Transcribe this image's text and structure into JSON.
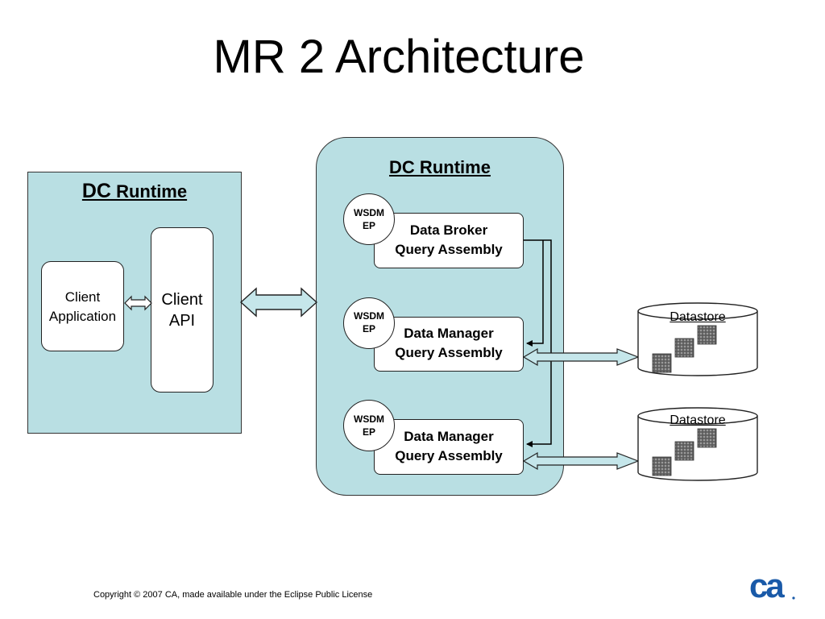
{
  "title": "MR 2 Architecture",
  "left_runtime": {
    "title_prefix": "DC",
    "title_suffix": " Runtime",
    "client_application": [
      "Client",
      "Application"
    ],
    "client_api": [
      "Client",
      "API"
    ]
  },
  "right_runtime": {
    "title": "DC Runtime",
    "components": [
      {
        "wsdm": [
          "WSDM",
          "EP"
        ],
        "label": [
          "Data Broker",
          "Query Assembly"
        ]
      },
      {
        "wsdm": [
          "WSDM",
          "EP"
        ],
        "label": [
          "Data Manager",
          "Query Assembly"
        ]
      },
      {
        "wsdm": [
          "WSDM",
          "EP"
        ],
        "label": [
          "Data Manager",
          "Query Assembly"
        ]
      }
    ]
  },
  "datastores": [
    {
      "label": "Datastore"
    },
    {
      "label": "Datastore"
    }
  ],
  "footer": {
    "copyright": "Copyright © 2007 CA, made available under the Eclipse Public License",
    "logo_text": "ca"
  },
  "colors": {
    "panel": "#b9dfe3",
    "arrow_fill": "#c5e6ea",
    "logo": "#1a5aa8"
  }
}
